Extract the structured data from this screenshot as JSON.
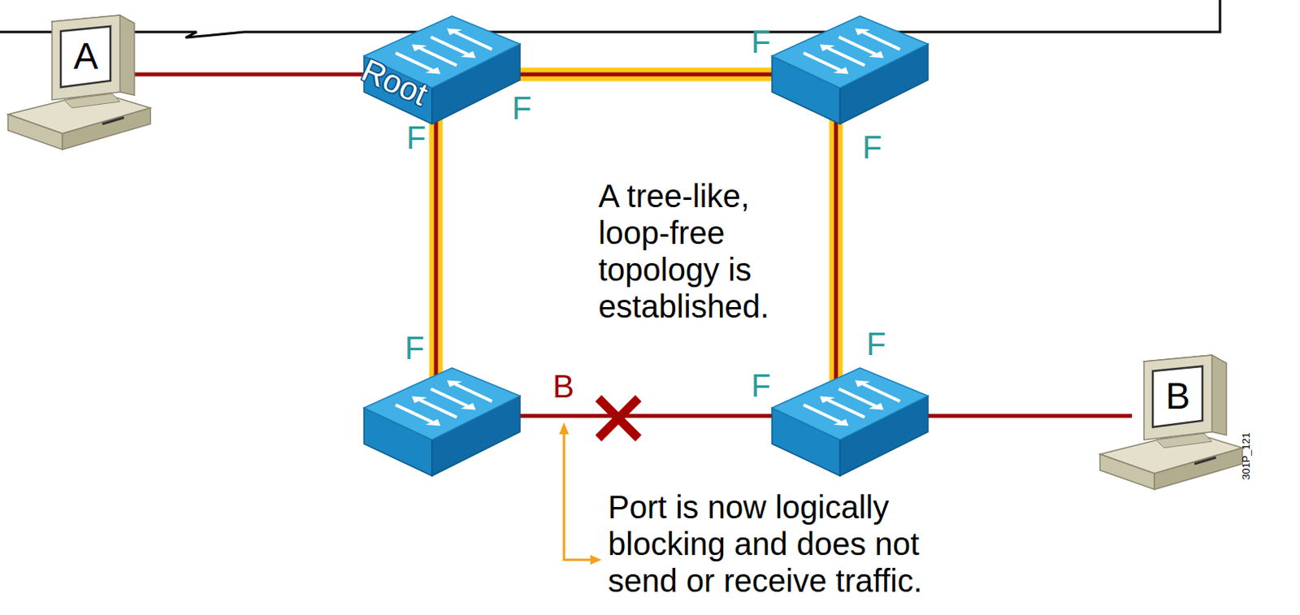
{
  "diagram": {
    "nodes": [
      {
        "text": [
          "A"
        ]
      },
      {
        "text": [
          "Root",
          "F",
          "F"
        ]
      },
      {
        "text": [
          "F",
          "F"
        ]
      },
      {
        "text": [
          "F",
          "B"
        ]
      },
      {
        "text": [
          "F",
          "F"
        ]
      },
      {
        "text": [
          "B"
        ]
      }
    ],
    "edges": [
      {
        "from": 0,
        "to": 1,
        "arrow": "none"
      },
      {
        "from": 1,
        "to": 2,
        "arrow": "none"
      },
      {
        "from": 1,
        "to": 3,
        "arrow": "none"
      },
      {
        "from": 2,
        "to": 4,
        "arrow": "none"
      },
      {
        "from": 3,
        "to": 4,
        "arrow": "none"
      },
      {
        "from": 4,
        "to": 5,
        "arrow": "none"
      }
    ],
    "labels": [
      "A tree-like, loop-free topology is established.",
      "Port is now logically blocking and does not send or receive traffic.",
      "301P_121"
    ]
  }
}
